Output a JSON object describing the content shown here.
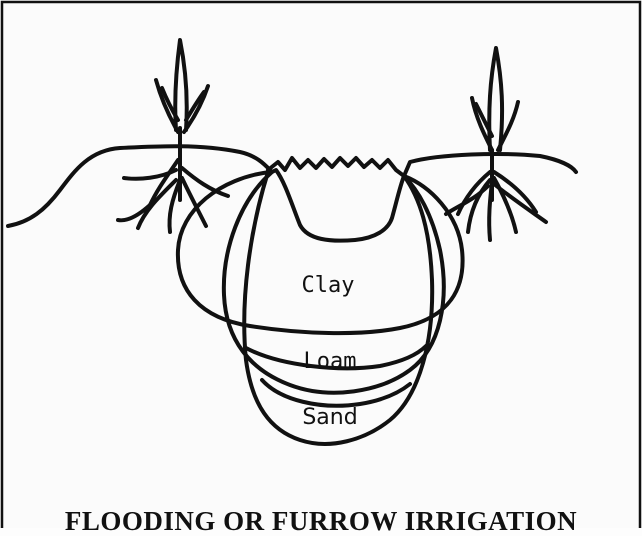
{
  "labels": {
    "clay": "Clay",
    "loam": "Loam",
    "sand": "Sand"
  },
  "caption": "FLOODING OR FURROW IRRIGATION",
  "colors": {
    "ink": "#111111",
    "background": "#fbfbfb"
  }
}
